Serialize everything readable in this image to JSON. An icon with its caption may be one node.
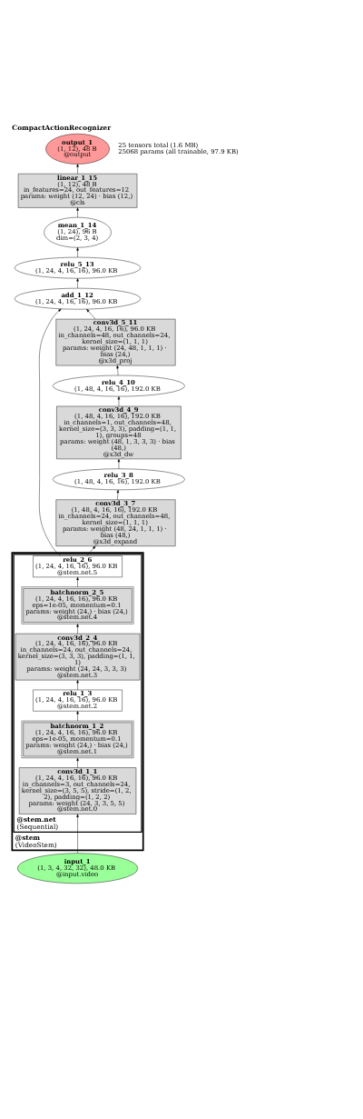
{
  "diagram": {
    "title": "CompactActionRecognizer",
    "nodes": [
      {
        "text": [
          "output_1",
          "(1, 12), 48 B",
          "@output"
        ]
      },
      {
        "text": [
          "linear_1_15",
          "(1, 12), 48 B",
          "in_features=24, out_features=12",
          "params: weight (12, 24) · bias (12,)",
          "@cls"
        ]
      },
      {
        "text": [
          "mean_1_14",
          "(1, 24), 96 B",
          "dim=(2, 3, 4)"
        ]
      },
      {
        "text": [
          "relu_5_13",
          "(1, 24, 4, 16, 16), 96.0 KB"
        ]
      },
      {
        "text": [
          "add_1_12",
          "(1, 24, 4, 16, 16), 96.0 KB"
        ]
      },
      {
        "text": [
          "conv3d_5_11",
          "(1, 24, 4, 16, 16), 96.0 KB",
          "in_channels=48, out_channels=24, kernel_size=(1, 1, 1)",
          "params: weight (24, 48, 1, 1, 1) · bias (24,)",
          "@x3d_proj"
        ]
      },
      {
        "text": [
          "relu_4_10",
          "(1, 48, 4, 16, 16), 192.0 KB"
        ]
      },
      {
        "text": [
          "conv3d_4_9",
          "(1, 48, 4, 16, 16), 192.0 KB",
          "in_channels=1, out_channels=48, kernel_size=(3, 3, 3), padding=(1, 1, 1), groups=48",
          "params: weight (48, 1, 3, 3, 3) · bias (48,)",
          "@x3d_dw"
        ]
      },
      {
        "text": [
          "relu_3_8",
          "(1, 48, 4, 16, 16), 192.0 KB"
        ]
      },
      {
        "text": [
          "conv3d_3_7",
          "(1, 48, 4, 16, 16), 192.0 KB",
          "in_channels=24, out_channels=48, kernel_size=(1, 1, 1)",
          "params: weight (48, 24, 1, 1, 1) · bias (48,)",
          "@x3d_expand"
        ]
      },
      {
        "text": [
          "@stem",
          "(VideoStem)"
        ]
      },
      {
        "text": [
          "@stem.net",
          "(Sequential)"
        ],
        "in": 10
      },
      {
        "text": [
          "relu_2_6",
          "(1, 24, 4, 16, 16), 96.0 KB",
          "@stem.net.5"
        ],
        "in": 11
      },
      {
        "text": [
          "batchnorm_2_5",
          "(1, 24, 4, 16, 16), 96.0 KB",
          "eps=1e-05, momentum=0.1",
          "params: weight (24,) · bias (24,)",
          "@stem.net.4"
        ],
        "in": 11
      },
      {
        "text": [
          "conv3d_2_4",
          "(1, 24, 4, 16, 16), 96.0 KB",
          "in_channels=24, out_channels=24, kernel_size=(3, 3, 3), padding=(1, 1, 1)",
          "params: weight (24, 24, 3, 3, 3)",
          "@stem.net.3"
        ],
        "in": 11
      },
      {
        "text": [
          "relu_1_3",
          "(1, 24, 4, 16, 16), 96.0 KB",
          "@stem.net.2"
        ],
        "in": 11
      },
      {
        "text": [
          "batchnorm_1_2",
          "(1, 24, 4, 16, 16), 96.0 KB",
          "eps=1e-05, momentum=0.1",
          "params: weight (24,) · bias (24,)",
          "@stem.net.1"
        ],
        "in": 11
      },
      {
        "text": [
          "conv3d_1_1",
          "(1, 24, 4, 16, 16), 96.0 KB",
          "in_channels=3, out_channels=24, kernel_size=(3, 5, 5), stride=(1, 2, 2), padding=(1, 2, 2)",
          "params: weight (24, 3, 3, 5, 5)",
          "@stem.net.0"
        ],
        "in": 11
      },
      {
        "text": [
          "input_1",
          "(1, 3, 4, 32, 32), 48.0 KB",
          "@input.video"
        ]
      }
    ],
    "edges": [
      {
        "from": 18,
        "to": 17,
        "arrow": "to"
      },
      {
        "from": 17,
        "to": 16,
        "arrow": "to"
      },
      {
        "from": 16,
        "to": 15,
        "arrow": "to"
      },
      {
        "from": 15,
        "to": 14,
        "arrow": "to"
      },
      {
        "from": 14,
        "to": 13,
        "arrow": "to"
      },
      {
        "from": 13,
        "to": 12,
        "arrow": "to"
      },
      {
        "from": 12,
        "to": 9,
        "arrow": "to"
      },
      {
        "from": 12,
        "to": 4,
        "arrow": "to"
      },
      {
        "from": 9,
        "to": 8,
        "arrow": "to"
      },
      {
        "from": 8,
        "to": 7,
        "arrow": "to"
      },
      {
        "from": 7,
        "to": 6,
        "arrow": "to"
      },
      {
        "from": 6,
        "to": 5,
        "arrow": "to"
      },
      {
        "from": 5,
        "to": 4,
        "arrow": "to"
      },
      {
        "from": 4,
        "to": 3,
        "arrow": "to"
      },
      {
        "from": 3,
        "to": 2,
        "arrow": "to"
      },
      {
        "from": 2,
        "to": 1,
        "arrow": "to"
      },
      {
        "from": 1,
        "to": 0,
        "arrow": "to"
      }
    ],
    "labels": [
      "25 tensors total (1.6 MB)",
      "25068 params (all trainable, 97.9 KB)"
    ]
  }
}
